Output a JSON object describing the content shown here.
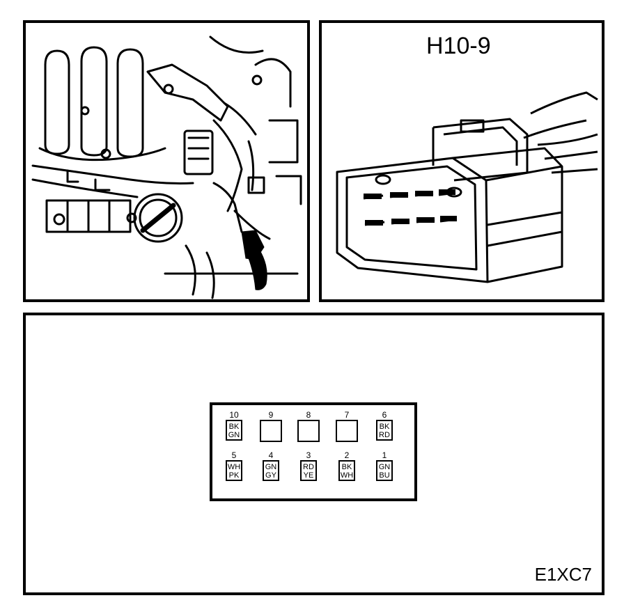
{
  "panels": {
    "engine_view": {
      "label": ""
    },
    "connector_view": {
      "connector_id": "H10-9"
    },
    "pinout_view": {
      "figure_code": "E1XC7",
      "pins": [
        {
          "num": "10",
          "wire1": "BK",
          "wire2": "GN"
        },
        {
          "num": "9",
          "wire1": "",
          "wire2": ""
        },
        {
          "num": "8",
          "wire1": "",
          "wire2": ""
        },
        {
          "num": "7",
          "wire1": "",
          "wire2": ""
        },
        {
          "num": "6",
          "wire1": "BK",
          "wire2": "RD"
        },
        {
          "num": "5",
          "wire1": "WH",
          "wire2": "PK"
        },
        {
          "num": "4",
          "wire1": "GN",
          "wire2": "GY"
        },
        {
          "num": "3",
          "wire1": "RD",
          "wire2": "YE"
        },
        {
          "num": "2",
          "wire1": "BK",
          "wire2": "WH"
        },
        {
          "num": "1",
          "wire1": "GN",
          "wire2": "BU"
        }
      ]
    }
  }
}
